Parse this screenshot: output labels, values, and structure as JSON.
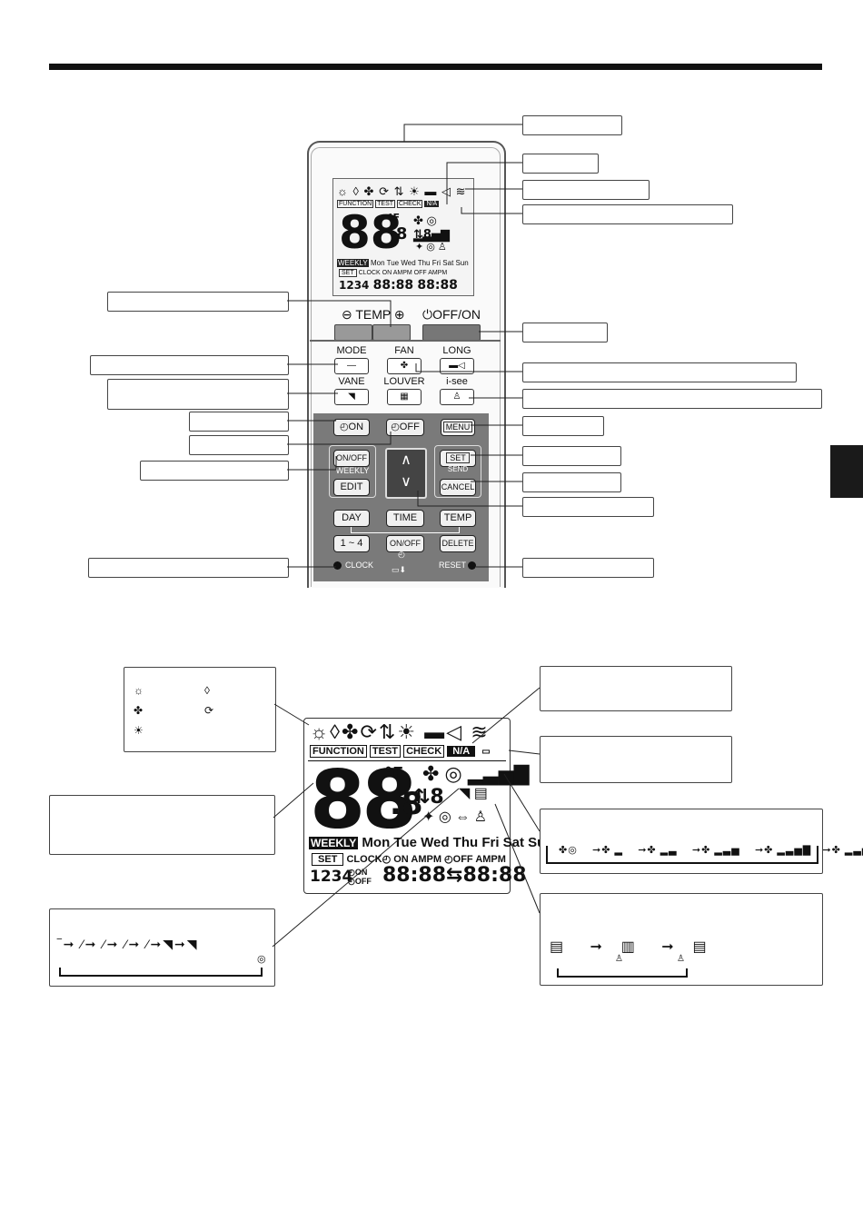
{
  "remote": {
    "temp_label": "TEMP",
    "off_on_label": "OFF/ON",
    "mode_label": "MODE",
    "fan_label": "FAN",
    "long_label": "LONG",
    "vane_label": "VANE",
    "louver_label": "LOUVER",
    "isee_label": "i-see",
    "on_timer": "ON",
    "off_timer": "OFF",
    "menu": "MENU",
    "weekly_onoff": "ON/OFF",
    "weekly_label": "WEEKLY",
    "edit": "EDIT",
    "set": "SET",
    "send": "SEND",
    "cancel": "CANCEL",
    "day": "DAY",
    "time": "TIME",
    "temp2": "TEMP",
    "one_to_four": "1 ~ 4",
    "onoff2": "ON/OFF",
    "delete": "DELETE",
    "clock": "CLOCK",
    "reset": "RESET"
  },
  "lcd": {
    "function": "FUNCTION",
    "test": "TEST",
    "check": "CHECK",
    "na": "N/A",
    "digits": "88",
    "decimal": ".8",
    "unit_f": "°F",
    "unit_c": "C",
    "updown": "⇅8",
    "weekly": "WEEKLY",
    "days": "Mon Tue Wed Thu Fri Sat Sun",
    "set": "SET",
    "clock": "CLOCK",
    "on": "ON",
    "ampm1": "AMPM",
    "off": "OFF",
    "ampm2": "AMPM",
    "slots": "1234",
    "time1": "88:88",
    "time2": "88:88",
    "on_small": "ON",
    "off_small": "OFF"
  }
}
